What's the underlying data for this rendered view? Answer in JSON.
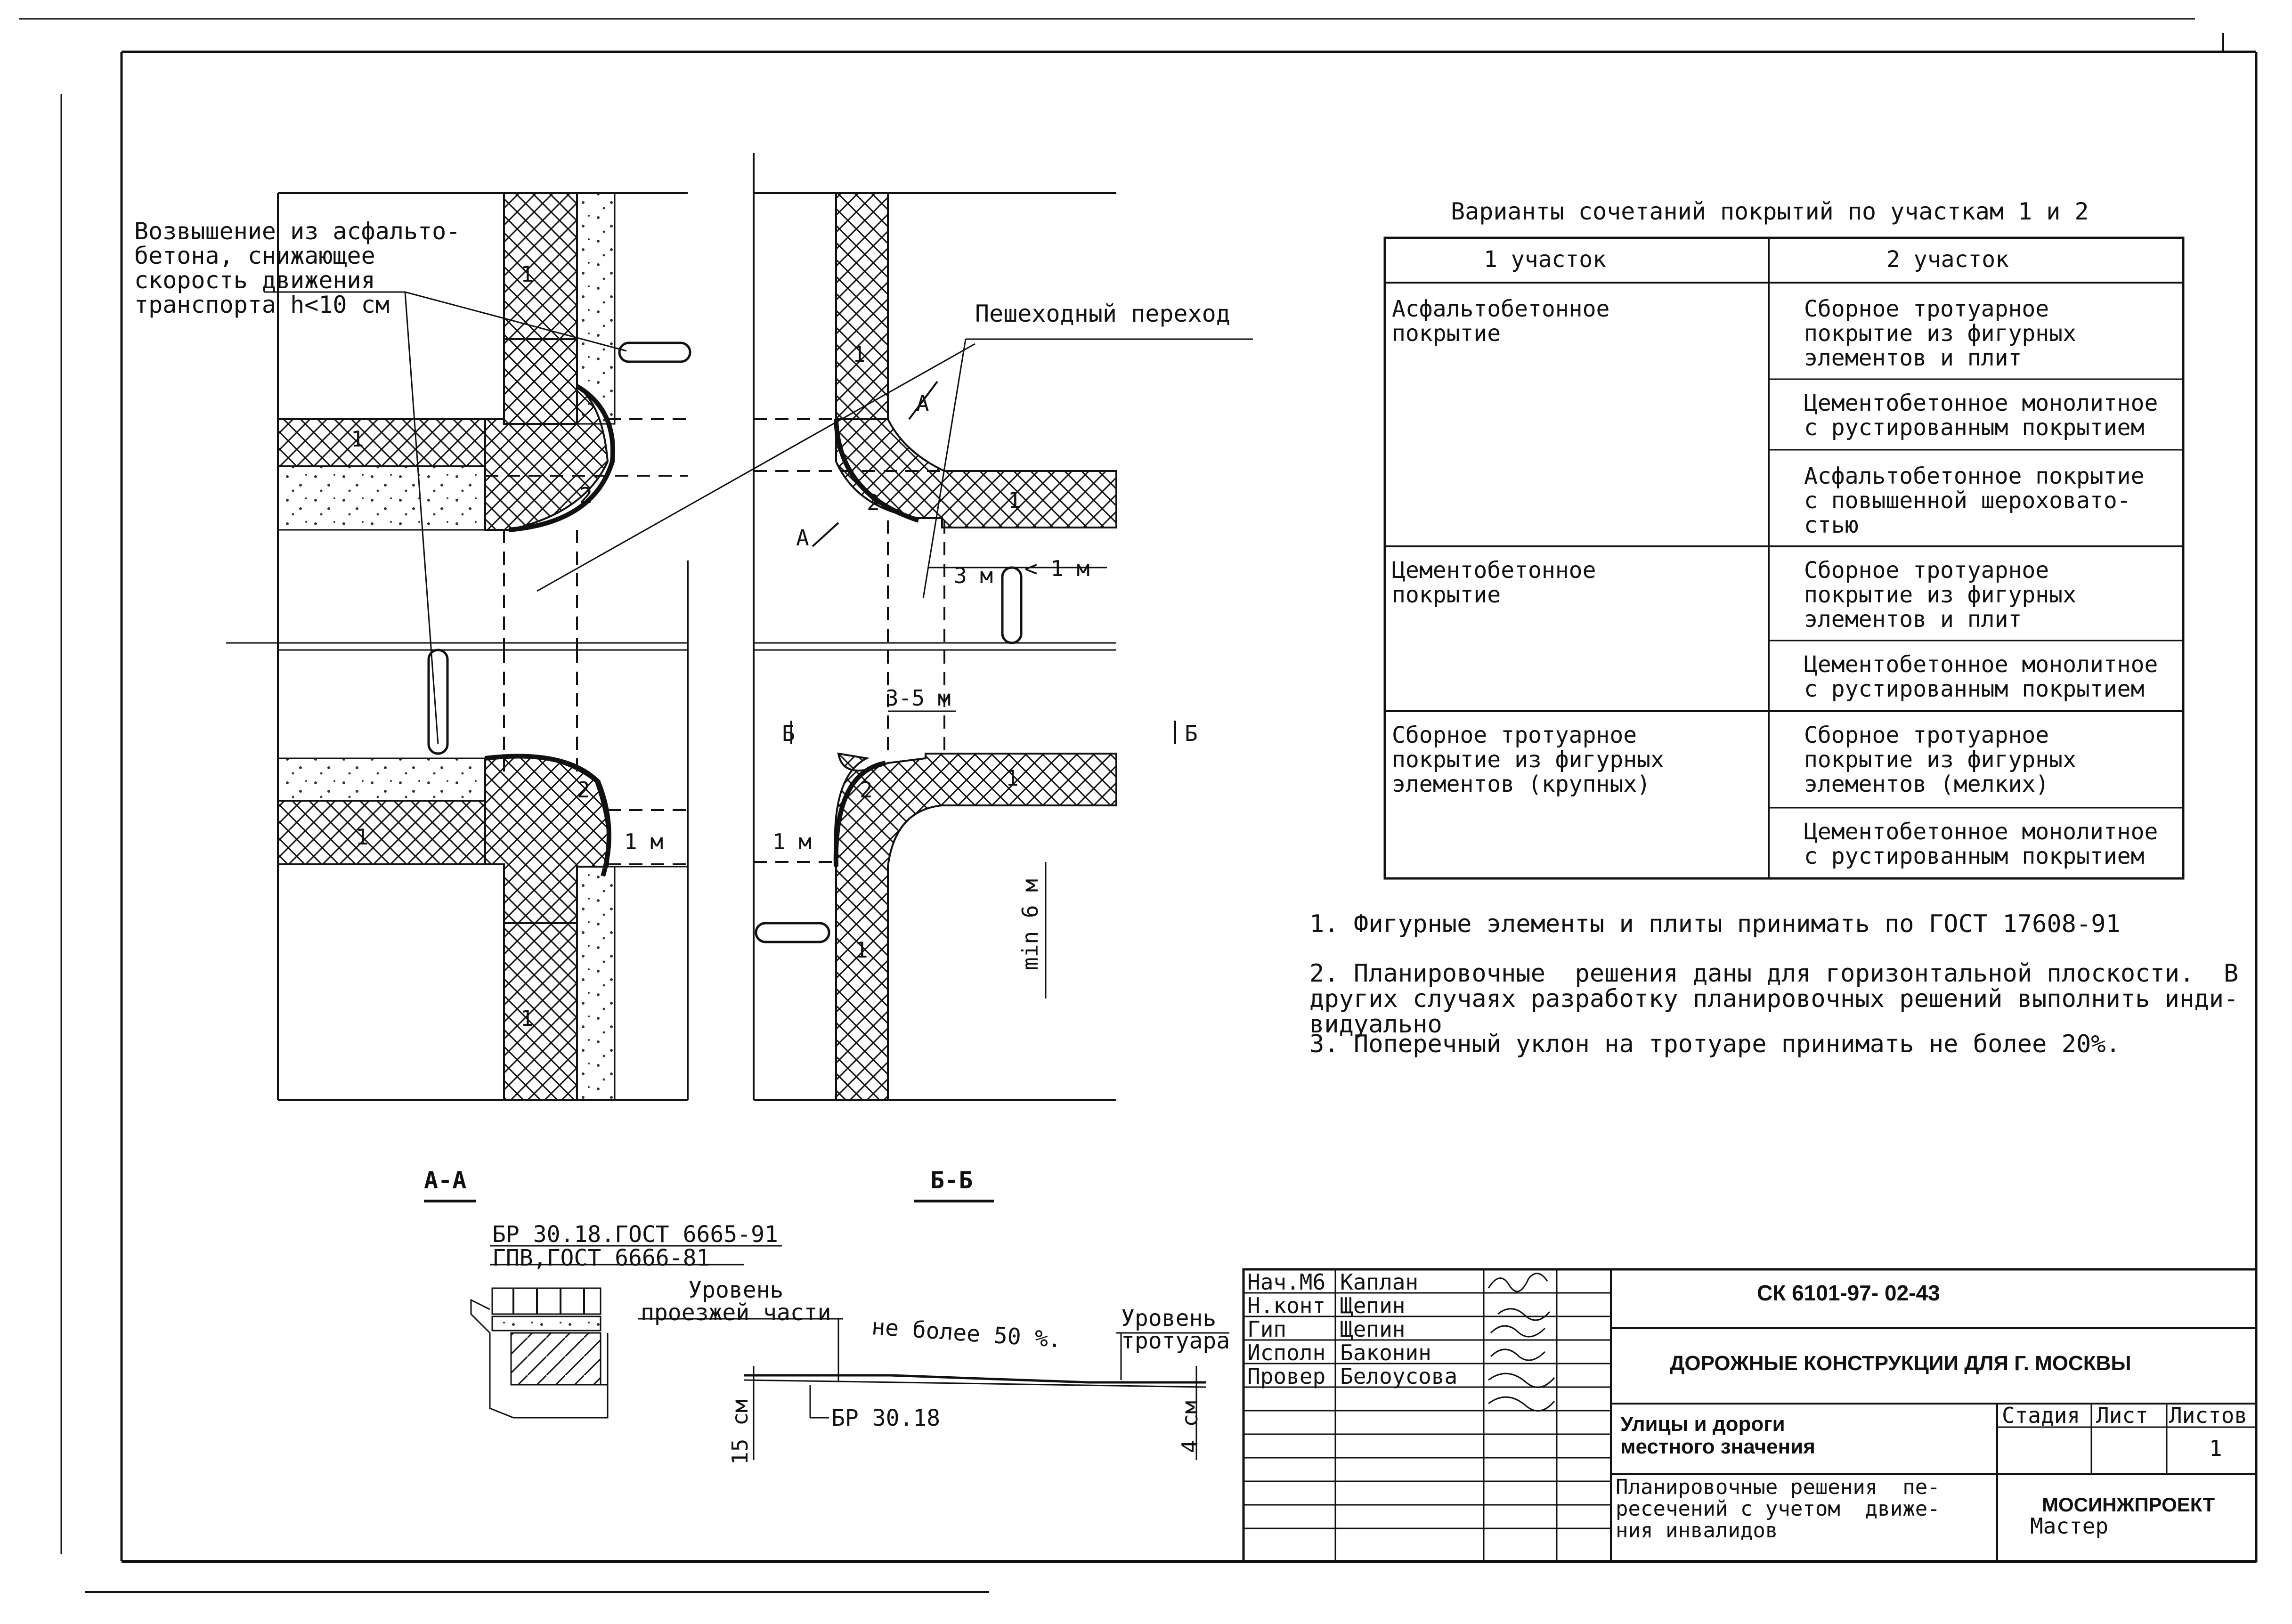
{
  "plan": {
    "label_hump": "Возвышение из асфальто-\nбетона, снижающее\nскорость движения\nтранспорта h<10 см",
    "label_crossing": "Пешеходный переход",
    "zone_1": "1",
    "zone_2": "2",
    "section_a_marker": "А",
    "section_b_marker": "Б",
    "dim_3m": "3 м",
    "dim_lt1m": "< 1 м",
    "dim_3_5m": "3-5 м",
    "dim_1m": "1 м",
    "dim_min6m": "min 6 м"
  },
  "table": {
    "title": "Варианты сочетаний покрытий по участкам 1 и 2",
    "col1_header": "1 участок",
    "col2_header": "2 участок",
    "groups": [
      {
        "section1": "Асфальтобетонное\nпокрытие",
        "section2": [
          "Сборное тротуарное\nпокрытие из фигурных\nэлементов и плит",
          "Цементобетонное монолитное\nс рустированным покрытием",
          "Асфальтобетонное покрытие\nс повышенной шероховато-\nстью"
        ]
      },
      {
        "section1": "Цементобетонное\nпокрытие",
        "section2": [
          "Сборное тротуарное\nпокрытие из фигурных\nэлементов и плит",
          "Цементобетонное монолитное\nс рустированным покрытием"
        ]
      },
      {
        "section1": "Сборное тротуарное\nпокрытие из фигурных\nэлементов (крупных)",
        "section2": [
          "Сборное тротуарное\nпокрытие из фигурных\nэлементов (мелких)",
          "Цементобетонное монолитное\nс рустированным покрытием"
        ]
      }
    ]
  },
  "notes": [
    "1. Фигурные элементы и плиты принимать по ГОСТ 17608-91",
    "2. Планировочные  решения даны для горизонтальной плоскости.  В\nдругих случаях разработку планировочных решений выполнить инди-\nвидуально",
    "3. Поперечный уклон на тротуаре принимать не более 20%."
  ],
  "sections": {
    "aa_title": "А-А",
    "bb_title": "Б-Б",
    "curb_label_1": "БР 30.18.ГОСТ 6665-91",
    "curb_label_2": "ГПВ,ГОСТ 6666-81",
    "road_level": "Уровень\nпроезжей части",
    "slope": "не более 50 %.",
    "walk_level": "Уровень\nтротуара",
    "br_label": "БР 30.18",
    "dim_15cm": "15 см",
    "dim_4cm": "4 см"
  },
  "stamp": {
    "roles": [
      "Нач.М6",
      "Н.конт",
      "Гип",
      "Исполн",
      "Провер"
    ],
    "names": [
      "Каплан",
      "Щепин",
      "Щепин",
      "Баконин",
      "Белоусова"
    ],
    "doc_code": "СК 6101-97- 02-43",
    "project": "ДОРОЖНЫЕ КОНСТРУКЦИИ ДЛЯ Г. МОСКВЫ",
    "section_name": "Улицы и дороги\nместного значения",
    "sheet_title": "Планировочные решения  пе-\nресечений с учетом  движе-\nния инвалидов",
    "stage_header": "Стадия",
    "sheet_header": "Лист",
    "sheets_header": "Листов",
    "sheets_value": "1",
    "org": "МОСИНЖПРОЕКТ",
    "workshop": "Мастер"
  }
}
